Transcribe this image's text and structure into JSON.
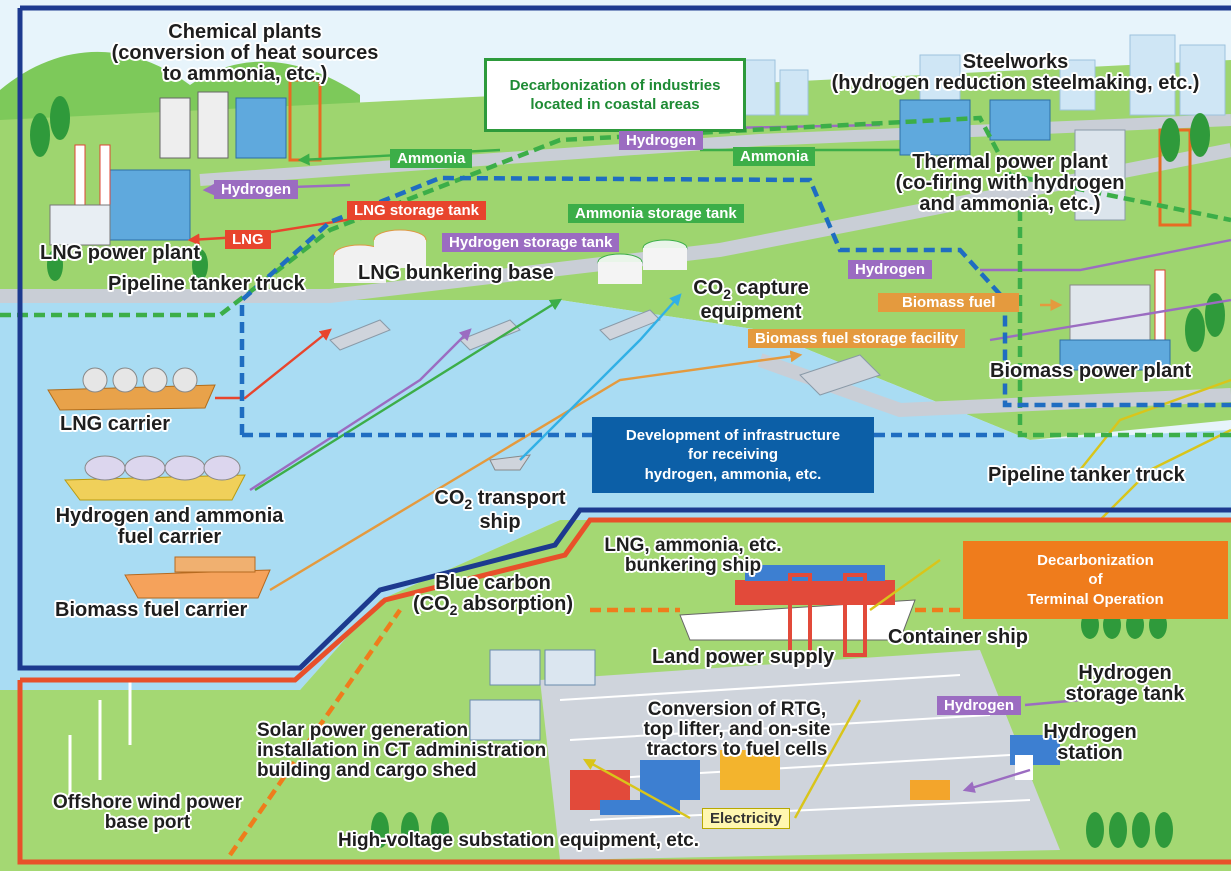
{
  "boxes": {
    "coastal": [
      "Decarbonization of industries",
      "located in coastal areas"
    ],
    "infrastructure": [
      "Development of infrastructure",
      "for receiving",
      "hydrogen, ammonia, etc."
    ],
    "terminal": [
      "Decarbonization",
      "of",
      "Terminal Operation"
    ]
  },
  "facilities": {
    "chemical_plants": [
      "Chemical plants",
      "(conversion of heat sources",
      "to ammonia, etc.)"
    ],
    "steelworks": [
      "Steelworks",
      "(hydrogen reduction steelmaking, etc.)"
    ],
    "thermal_power": [
      "Thermal power plant",
      "(co-firing with hydrogen",
      "and ammonia, etc.)"
    ],
    "lng_power": "LNG power plant",
    "pipeline_tanker_truck_top": "Pipeline tanker truck",
    "lng_bunkering_base": "LNG bunkering base",
    "co2_capture": {
      "line1_pre": "CO",
      "line1_sub": "2",
      "line1_post": " capture",
      "line2": "equipment"
    },
    "biomass_power": "Biomass power plant",
    "pipeline_tanker_truck_right": "Pipeline tanker truck",
    "lng_carrier": "LNG carrier",
    "h2_nh3_carrier": [
      "Hydrogen and ammonia",
      "fuel carrier"
    ],
    "biomass_carrier": "Biomass fuel carrier",
    "co2_transport": {
      "line1_pre": "CO",
      "line1_sub": "2",
      "line1_post": " transport",
      "line2": "ship"
    },
    "bunkering_ship": [
      "LNG, ammonia, etc.",
      "bunkering ship"
    ],
    "blue_carbon": {
      "line1": "Blue carbon",
      "line2_pre": "(CO",
      "line2_sub": "2",
      "line2_post": " absorption)"
    },
    "container_ship": "Container ship",
    "land_power": "Land power supply",
    "h2_storage": [
      "Hydrogen",
      "storage tank"
    ],
    "h2_station": [
      "Hydrogen",
      "station"
    ],
    "solar": [
      "Solar power generation",
      "installation in CT administration",
      "building and cargo shed"
    ],
    "rtg": [
      "Conversion of RTG,",
      "top lifter, and on-site",
      "tractors to fuel cells"
    ],
    "offshore_wind": [
      "Offshore wind power",
      "base port"
    ],
    "substation": "High-voltage substation equipment, etc."
  },
  "flow_tags": {
    "ammonia_1": "Ammonia",
    "hydrogen_1": "Hydrogen",
    "ammonia_2": "Ammonia",
    "hydrogen_2": "Hydrogen",
    "lng_storage": "LNG storage tank",
    "ammonia_storage": "Ammonia storage tank",
    "lng": "LNG",
    "hydrogen_storage": "Hydrogen storage tank",
    "hydrogen_3": "Hydrogen",
    "biomass_fuel": "Biomass fuel",
    "biomass_storage": "Biomass fuel storage facility",
    "hydrogen_4": "Hydrogen",
    "electricity": "Electricity"
  },
  "colors": {
    "ammonia": "#3cae48",
    "hydrogen": "#9b6cc1",
    "lng": "#e8452d",
    "biomass": "#e49a3e",
    "co2": "#31b0e6",
    "electricity": "#d9c51a",
    "coastal_border": "#1d3a8f",
    "terminal_border": "#e8502a",
    "sea": "#a9dcf3",
    "land": "#8fd065",
    "road": "#c9ced6"
  }
}
